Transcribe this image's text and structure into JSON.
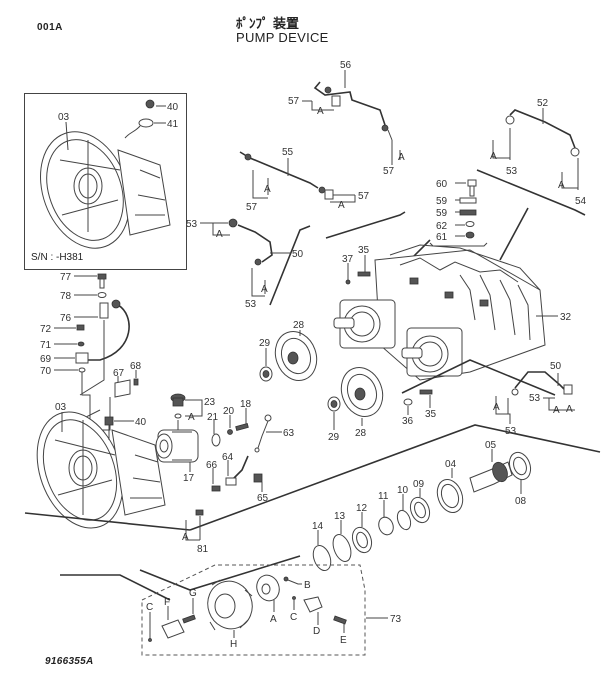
{
  "header": {
    "page_code": "001A",
    "title_jp": "ﾎﾟﾝﾌﾟ 装置",
    "title_en": "PUMP DEVICE"
  },
  "footer": {
    "drawing_number": "9166355A"
  },
  "inset": {
    "serial_note": "S/N : -H381",
    "labels": [
      "03",
      "40",
      "41"
    ]
  },
  "callouts": {
    "c03a": "03",
    "c40a": "40",
    "c41": "41",
    "c56": "56",
    "c57a": "57",
    "c57b": "57",
    "c57c": "57",
    "c57d": "57",
    "c55": "55",
    "c52": "52",
    "c53a": "53",
    "c54": "54",
    "c60": "60",
    "c59a": "59",
    "c59b": "59",
    "c62": "62",
    "c61": "61",
    "c53b": "53",
    "c50a": "50",
    "c53c": "53",
    "c37": "37",
    "c35a": "35",
    "c32": "32",
    "c77": "77",
    "c78": "78",
    "c76": "76",
    "c72": "72",
    "c71": "71",
    "c69": "69",
    "c70": "70",
    "c68": "68",
    "c67": "67",
    "c28a": "28",
    "c29a": "29",
    "c28b": "28",
    "c29b": "29",
    "c36": "36",
    "c35b": "35",
    "c50b": "50",
    "c53d": "53",
    "c53e": "53",
    "c03b": "03",
    "c40b": "40",
    "c23": "23",
    "c21": "21",
    "c20": "20",
    "c18": "18",
    "c63": "63",
    "c17": "17",
    "c66": "66",
    "c64": "64",
    "c65": "65",
    "c81": "81",
    "c05": "05",
    "c08": "08",
    "c04": "04",
    "c09": "09",
    "c10": "10",
    "c11": "11",
    "c12": "12",
    "c13": "13",
    "c14": "14",
    "c73": "73",
    "kA1": "A",
    "kA2": "A",
    "kA3": "A",
    "kA4": "A",
    "kA5": "A",
    "kA6": "A",
    "kA7": "A",
    "kA8": "A",
    "kA9": "A",
    "kA10": "A",
    "kA11": "A",
    "kA12": "A",
    "kA13": "A",
    "kitA": "A",
    "kitB": "B",
    "kitC1": "C",
    "kitC2": "C",
    "kitD": "D",
    "kitE": "E",
    "kitF": "F",
    "kitG": "G",
    "kitH": "H"
  }
}
